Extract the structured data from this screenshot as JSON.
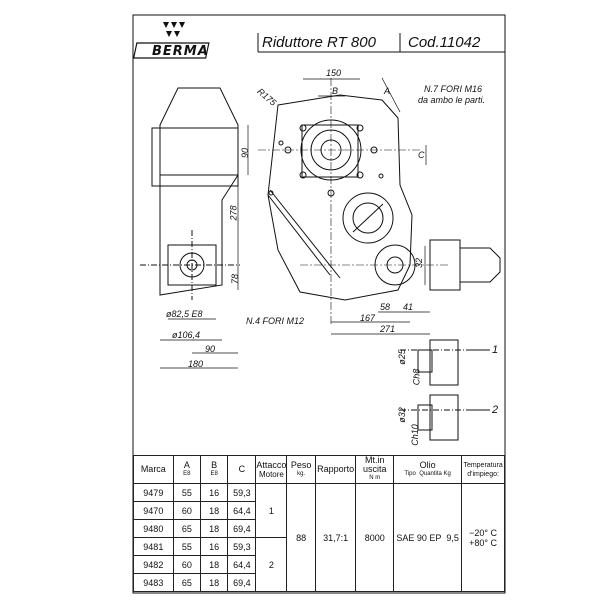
{
  "header": {
    "brand": "BERMA",
    "title": "Riduttore RT 800",
    "code": "Cod.11042"
  },
  "drawing": {
    "dims": {
      "d150": "150",
      "dB": "B",
      "dA": "A",
      "dC": "C",
      "r175": "R175",
      "d90": "90",
      "d278": "278",
      "d78": "78",
      "d32": "32",
      "d58": "58",
      "d41": "41",
      "d167": "167",
      "d271": "271",
      "d825": "ø82,5 E8",
      "d1064": "ø106,4",
      "d90b": "90",
      "d180": "180",
      "d25": "ø25",
      "ch8": "Ch8",
      "d32s": "ø32",
      "ch10": "Ch10",
      "v1": "1",
      "v2": "2"
    },
    "notes": {
      "holes_m16_1": "N.7 FORI M16",
      "holes_m16_2": "da ambo le parti.",
      "holes_m12": "N.4 FORI M12"
    }
  },
  "table": {
    "headers": {
      "marca": "Marca",
      "a": "A",
      "a_sub": "E8",
      "b": "B",
      "b_sub": "E8",
      "c": "C",
      "attacco1": "Attacco",
      "attacco2": "Motore",
      "peso": "Peso",
      "peso_sub": "kg.",
      "rapporto": "Rapporto",
      "mt1": "Mt.in uscita",
      "mt_sub": "N m",
      "olio": "Olio",
      "olio_tipo": "Tipo",
      "olio_qta": "Quantita Kg",
      "temp1": "Temperatura",
      "temp2": "d'impiego:"
    },
    "rows": [
      {
        "marca": "9479",
        "a": "55",
        "b": "16",
        "c": "59,3"
      },
      {
        "marca": "9470",
        "a": "60",
        "b": "18",
        "c": "64,4"
      },
      {
        "marca": "9480",
        "a": "65",
        "b": "18",
        "c": "69,4"
      },
      {
        "marca": "9481",
        "a": "55",
        "b": "16",
        "c": "59,3"
      },
      {
        "marca": "9482",
        "a": "60",
        "b": "18",
        "c": "64,4"
      },
      {
        "marca": "9483",
        "a": "65",
        "b": "18",
        "c": "69,4"
      }
    ],
    "attacco": [
      "1",
      "2"
    ],
    "peso": "88",
    "rapporto": "31,7:1",
    "mt": "8000",
    "olio_tipo": "SAE 90 EP",
    "olio_qta": "9,5",
    "temp_low": "−20° C",
    "temp_high": "+80° C"
  }
}
